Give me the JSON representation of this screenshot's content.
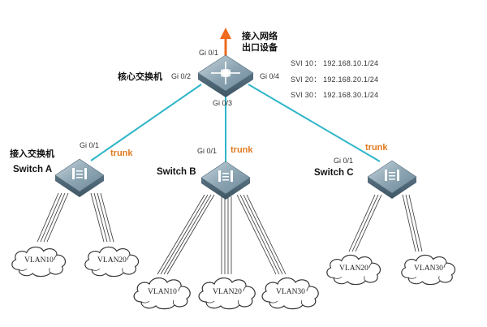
{
  "diagram": {
    "colors": {
      "trunk_link": "#2fb5c8",
      "uplink_arrow": "#ee6a1f",
      "trunk_label": "#e07a1f",
      "device_top": "#8fa7b5",
      "device_side": "#5d7585"
    },
    "core": {
      "label": "核心交换机",
      "uplink_label_line1": "接入网络",
      "uplink_label_line2": "出口设备",
      "ports": {
        "gi01": "Gi 0/1",
        "gi02": "Gi 0/2",
        "gi03": "Gi 0/3",
        "gi04": "Gi 0/4"
      },
      "svi": [
        {
          "name": "SVI 10：",
          "ip": "192.168.10.1/24"
        },
        {
          "name": "SVI 20：",
          "ip": "192.168.20.1/24"
        },
        {
          "name": "SVI 30：",
          "ip": "192.168.30.1/24"
        }
      ]
    },
    "access_label": "接入交换机",
    "switches": [
      {
        "name": "Switch A",
        "port": "Gi 0/1",
        "link": "trunk",
        "vlans": [
          "VLAN10",
          "VLAN20"
        ]
      },
      {
        "name": "Switch B",
        "port": "Gi 0/1",
        "link": "trunk",
        "vlans": [
          "VLAN10",
          "VLAN20",
          "VLAN30"
        ]
      },
      {
        "name": "Switch C",
        "port": "Gi 0/1",
        "link": "trunk",
        "vlans": [
          "VLAN20",
          "VLAN30"
        ]
      }
    ]
  }
}
